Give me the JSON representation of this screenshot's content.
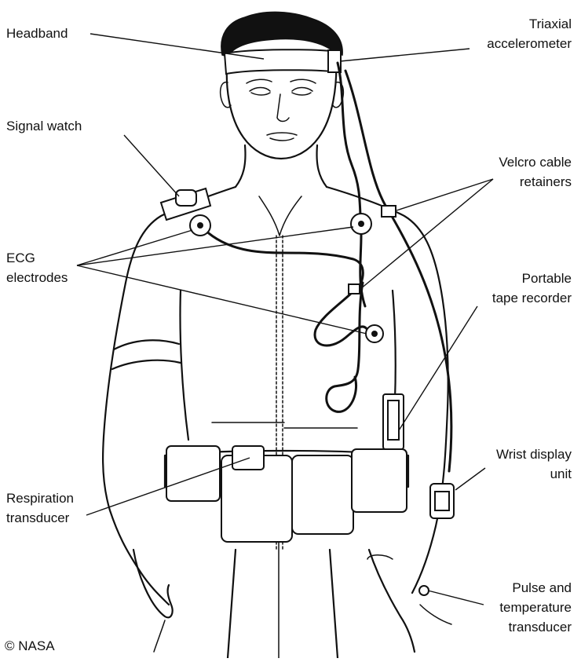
{
  "labels": {
    "headband": "Headband",
    "triaxial_line1": "Triaxial",
    "triaxial_line2": "accelerometer",
    "signal_watch": "Signal watch",
    "velcro_line1": "Velcro cable",
    "velcro_line2": "retainers",
    "ecg_line1": "ECG",
    "ecg_line2": "electrodes",
    "recorder_line1": "Portable",
    "recorder_line2": "tape recorder",
    "wrist_line1": "Wrist display",
    "wrist_line2": "unit",
    "respiration_line1": "Respiration",
    "respiration_line2": "transducer",
    "pulse_line1": "Pulse and",
    "pulse_line2": "temperature",
    "pulse_line3": "transducer"
  },
  "credit": "© NASA"
}
